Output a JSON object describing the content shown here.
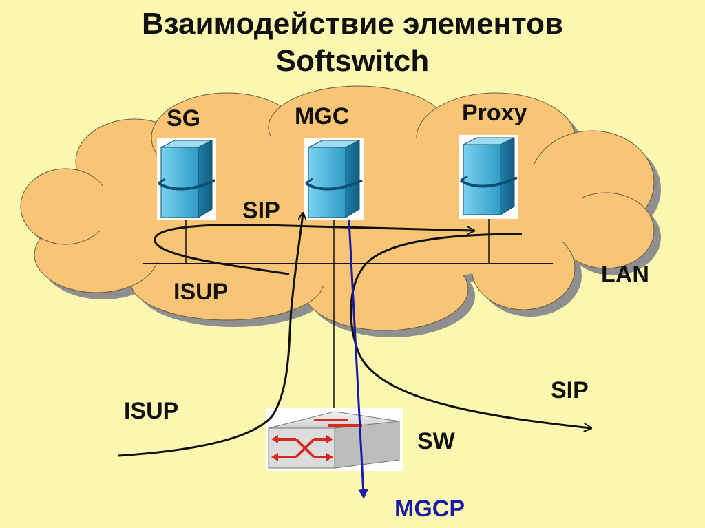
{
  "title": {
    "line1": "Взаимодействие элементов",
    "line2": "Softswitch"
  },
  "nodes": {
    "sg": "SG",
    "mgc": "MGC",
    "proxy": "Proxy",
    "sw": "SW"
  },
  "labels": {
    "sip_inner": "SIP",
    "isup_inner": "ISUP",
    "lan": "LAN",
    "isup_outer": "ISUP",
    "sip_outer": "SIP",
    "mgcp": "MGCP"
  },
  "colors": {
    "background": "#fbf6b0",
    "cloud_fill": "#f8c476",
    "cloud_shadow": "#8f8f8f",
    "line": "#111111",
    "mgcp_line": "#1a1aa8",
    "server_face": "#4ab8dc",
    "switch_arrows": "#d62a20"
  },
  "icons": {
    "server": "server-cube-icon",
    "switch": "network-switch-icon"
  }
}
